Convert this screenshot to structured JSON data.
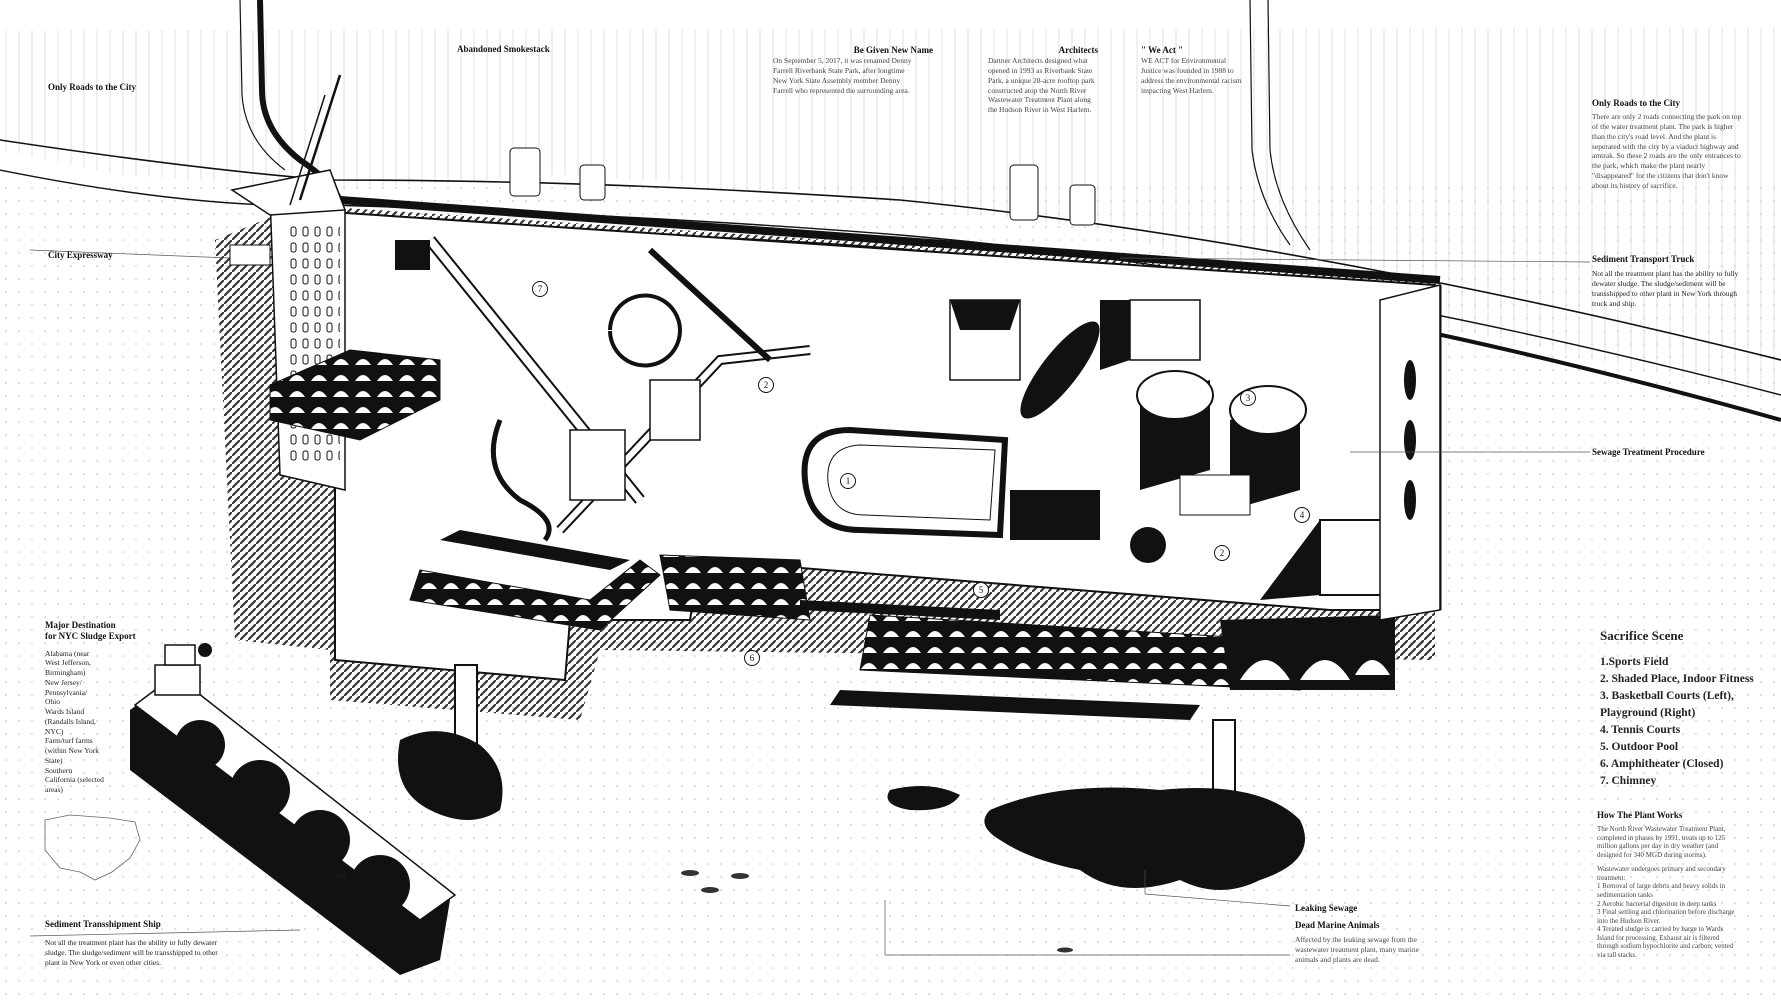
{
  "labels": {
    "only_roads_left": "Only Roads to the City",
    "abandoned_smokestack": "Abandoned Smokestack",
    "city_expressway": "City Expressway",
    "sediment_truck": "Sediment Transport Truck",
    "sewage_procedure": "Sewage Treatment Procedure",
    "leaking_sewage": "Leaking Sewage"
  },
  "new_name": {
    "title": "Be Given New Name",
    "lines": [
      "On September 5, 2017, it was renamed Denny",
      "Farrell Riverbank State Park, after longtime",
      "New York State Assembly member Denny",
      "Farrell who represented the surrounding area."
    ]
  },
  "architects": {
    "title": "Architects",
    "lines": [
      "Dattner Architects designed what",
      "opened in 1993 as Riverbank State",
      "Park, a unique 28-acre rooftop park",
      "constructed atop the North River",
      "Wastewater Treatment Plant along",
      "the Hudson River in West Harlem."
    ]
  },
  "we_act": {
    "title": "\" We Act \"",
    "lines": [
      "WE ACT for Environmental",
      "Justice was founded in 1988 to",
      "address the environmental racism",
      "impacting West Harlem."
    ]
  },
  "only_roads_right": {
    "title": "Only Roads to the City",
    "lines": [
      "There are only 2 roads connecting the park on top",
      "of the water treatment plant. The park is higher",
      "than the city's road level. And the plant is",
      "seperated with the city by a viaduct highway and",
      "amtrak. So these 2 roads are the only entrances to",
      "the park, which make the plant nearly",
      "\"disappeared\" for the citizens that don't know",
      "about its history of sacrifice."
    ]
  },
  "truck_note": {
    "lines": [
      "Not all the treatment plant has the ability to fully",
      "dewater sludge. The sludge/sediment will be",
      "transshipped to other plant in New York through",
      "truck and ship."
    ]
  },
  "destination": {
    "title_lines": [
      "Major Destination",
      "for NYC Sludge Export"
    ],
    "lines": [
      "Alabama (near",
      "West Jefferson,",
      "Birmingham)",
      "New Jersey/",
      "Pennsylvania/",
      "Ohio",
      "Wards Island",
      "(Randalls Island,",
      "NYC)",
      "Farm/turf farms",
      "(within New York",
      "State)",
      "Southern",
      "California (selected",
      "areas)"
    ]
  },
  "ship": {
    "title": "Sediment Transshipment Ship",
    "lines": [
      "Not all the treatment plant has the ability to fully dewater",
      "sludge. The sludge/sediment will be transshipped to other",
      "plant in New York or even other cities."
    ]
  },
  "sacrifice": {
    "title": "Sacrifice Scene",
    "items": [
      "1.Sports Field",
      "2. Shaded Place, Indoor Fitness",
      "3. Basketball Courts (Left),",
      "Playground (Right)",
      "4. Tennis Courts",
      "5. Outdoor Pool",
      "6. Amphitheater (Closed)",
      "7. Chimney"
    ]
  },
  "plant_works": {
    "title": "How The Plant Works",
    "lines": [
      "The North River Wastewater Treatment Plant,",
      "completed in phases by 1991, treats up to 125",
      "million gallons per day in dry weather (and",
      "designed for 340 MGD during storms).",
      "",
      "Wastewater undergoes primary and secondary",
      "treatment:",
      "1 Removal of large debris and heavy solids in",
      "sedimentation tanks",
      "2 Aerobic bacterial digestion in deep tanks",
      "3 Final settling and chlorination before discharge",
      "into the Hudson River.",
      "4 Treated sludge is carried by barge to Wards",
      "Island for processing. Exhaust air is filtered",
      "through sodium hypochlorite and carbon; vented",
      "via tall stacks."
    ]
  },
  "dead_animals": {
    "title": "Dead Marine Animals",
    "lines": [
      "Affected by the leaking sewage from the",
      "wastewater treatment plant, many marine",
      "animals and plants are dead."
    ]
  },
  "circle_numbers": [
    "1",
    "2",
    "3",
    "4",
    "5",
    "6",
    "7",
    "2"
  ],
  "ship_mark": "BS"
}
